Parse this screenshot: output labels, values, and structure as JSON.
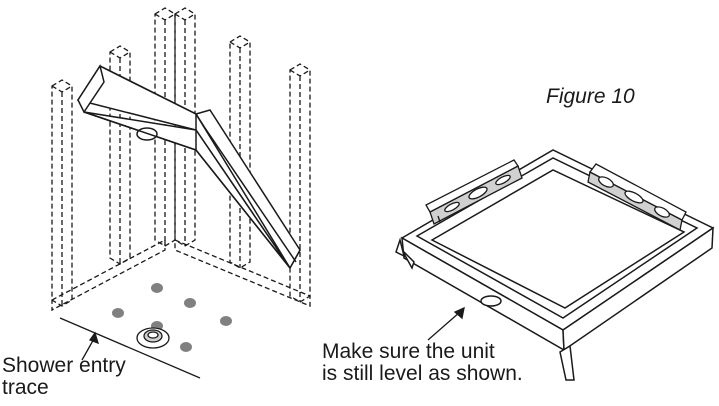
{
  "figure": {
    "title": "Figure 10"
  },
  "captions": {
    "shower_entry_line1": "Shower entry",
    "shower_entry_line2": "trace",
    "level_line1": "Make sure the unit",
    "level_line2": "is still level as shown."
  },
  "colors": {
    "line": "#1a1a1a",
    "dot": "#808080",
    "fill": "#ffffff",
    "level_fill": "#d0d0d0"
  }
}
